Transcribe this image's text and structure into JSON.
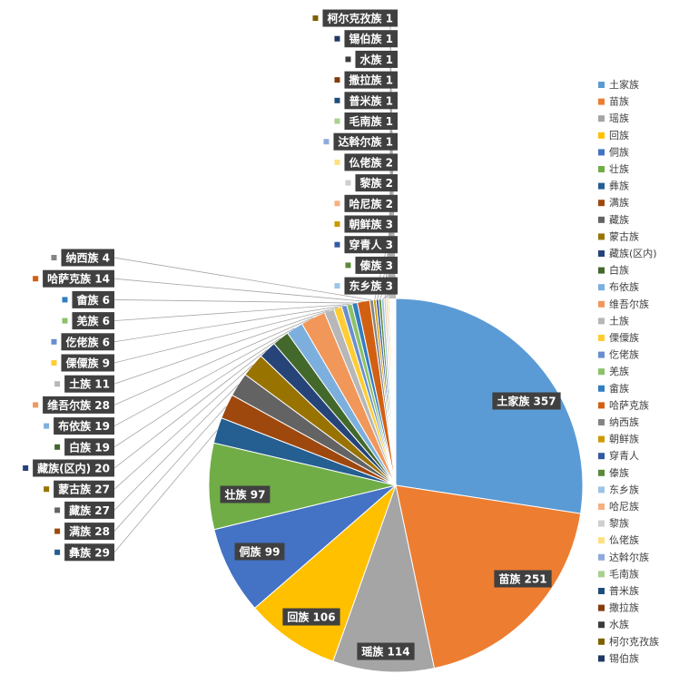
{
  "chart_data": {
    "type": "pie",
    "title": "",
    "legend_position": "right",
    "slices": [
      {
        "name": "土家族",
        "value": 357,
        "color": "#5b9bd5"
      },
      {
        "name": "苗族",
        "value": 251,
        "color": "#ed7d31"
      },
      {
        "name": "瑶族",
        "value": 114,
        "color": "#a5a5a5"
      },
      {
        "name": "回族",
        "value": 106,
        "color": "#ffc000"
      },
      {
        "name": "侗族",
        "value": 99,
        "color": "#4472c4"
      },
      {
        "name": "壮族",
        "value": 97,
        "color": "#70ad47"
      },
      {
        "name": "彝族",
        "value": 29,
        "color": "#255e91"
      },
      {
        "name": "满族",
        "value": 28,
        "color": "#9e480e"
      },
      {
        "name": "藏族",
        "value": 27,
        "color": "#636363"
      },
      {
        "name": "蒙古族",
        "value": 27,
        "color": "#997300"
      },
      {
        "name": "藏族(区内)",
        "value": 20,
        "color": "#264478"
      },
      {
        "name": "白族",
        "value": 19,
        "color": "#43682b"
      },
      {
        "name": "布依族",
        "value": 19,
        "color": "#7cafdd"
      },
      {
        "name": "维吾尔族",
        "value": 28,
        "color": "#f1975a"
      },
      {
        "name": "土族",
        "value": 11,
        "color": "#b7b7b7"
      },
      {
        "name": "傈僳族",
        "value": 9,
        "color": "#ffcd33"
      },
      {
        "name": "仡佬族",
        "value": 6,
        "color": "#698ed0"
      },
      {
        "name": "羌族",
        "value": 6,
        "color": "#8cc168"
      },
      {
        "name": "畲族",
        "value": 6,
        "color": "#327dc2"
      },
      {
        "name": "哈萨克族",
        "value": 14,
        "color": "#d26012"
      },
      {
        "name": "纳西族",
        "value": 4,
        "color": "#848484"
      },
      {
        "name": "朝鲜族",
        "value": 3,
        "color": "#cc9a00"
      },
      {
        "name": "穿青人",
        "value": 3,
        "color": "#335aa1"
      },
      {
        "name": "傣族",
        "value": 3,
        "color": "#5a8a39"
      },
      {
        "name": "东乡族",
        "value": 3,
        "color": "#9dc3e6"
      },
      {
        "name": "哈尼族",
        "value": 2,
        "color": "#f4b183"
      },
      {
        "name": "黎族",
        "value": 2,
        "color": "#d0cece"
      },
      {
        "name": "仫佬族",
        "value": 2,
        "color": "#ffe080"
      },
      {
        "name": "达斡尔族",
        "value": 1,
        "color": "#8faadc"
      },
      {
        "name": "毛南族",
        "value": 1,
        "color": "#a9d18e"
      },
      {
        "name": "普米族",
        "value": 1,
        "color": "#1f4e79"
      },
      {
        "name": "撒拉族",
        "value": 1,
        "color": "#843c0c"
      },
      {
        "name": "水族",
        "value": 1,
        "color": "#3b3b3b"
      },
      {
        "name": "柯尔克孜族",
        "value": 1,
        "color": "#7f6000"
      },
      {
        "name": "锡伯族",
        "value": 1,
        "color": "#203864"
      }
    ]
  }
}
